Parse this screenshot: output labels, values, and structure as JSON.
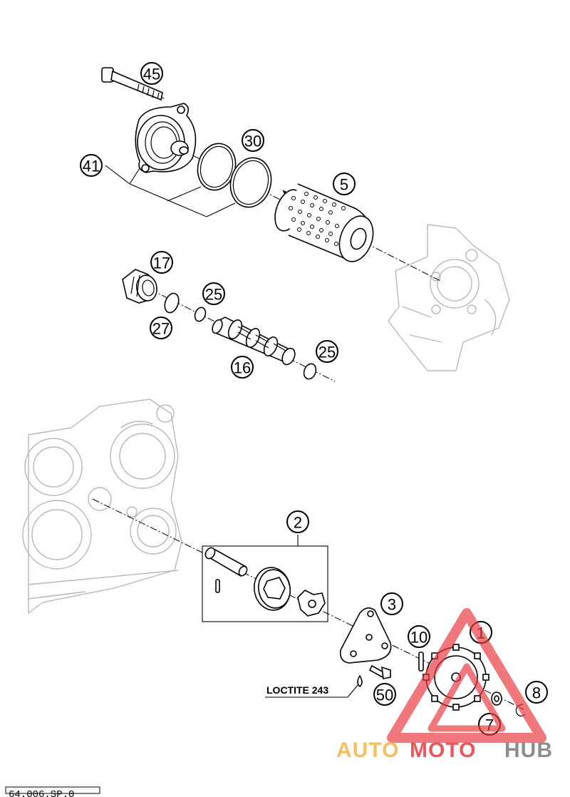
{
  "callouts": [
    {
      "id": "c45",
      "label": "45"
    },
    {
      "id": "c30",
      "label": "30"
    },
    {
      "id": "c41",
      "label": "41"
    },
    {
      "id": "c5",
      "label": "5"
    },
    {
      "id": "c17",
      "label": "17"
    },
    {
      "id": "c25a",
      "label": "25"
    },
    {
      "id": "c27",
      "label": "27"
    },
    {
      "id": "c25b",
      "label": "25"
    },
    {
      "id": "c16",
      "label": "16"
    },
    {
      "id": "c2",
      "label": "2"
    },
    {
      "id": "c3",
      "label": "3"
    },
    {
      "id": "c10",
      "label": "10"
    },
    {
      "id": "c1",
      "label": "1"
    },
    {
      "id": "c8",
      "label": "8"
    },
    {
      "id": "c7",
      "label": "7"
    },
    {
      "id": "c50",
      "label": "50"
    }
  ],
  "annotations": {
    "loctite": "LOCTITE 243",
    "figure_id": "64.006.SP.0"
  },
  "watermark": {
    "part1": "AUTO",
    "part2": "MOTO",
    "part3": "HUB",
    "color1": "#f4b342",
    "color2": "#e8383f",
    "color3": "#7a7a7a"
  }
}
